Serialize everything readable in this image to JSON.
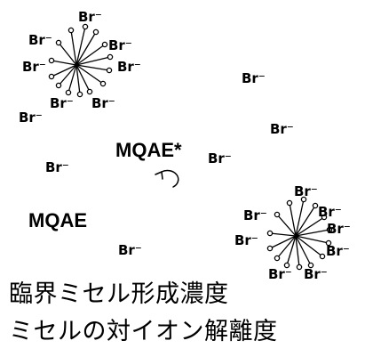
{
  "labels": {
    "bromide": "Br⁻",
    "mqae_excited": "MQAE*",
    "mqae": "MQAE"
  },
  "caption": {
    "line1": "臨界ミセル形成濃度",
    "line2": "ミセルの対イオン解離度"
  }
}
